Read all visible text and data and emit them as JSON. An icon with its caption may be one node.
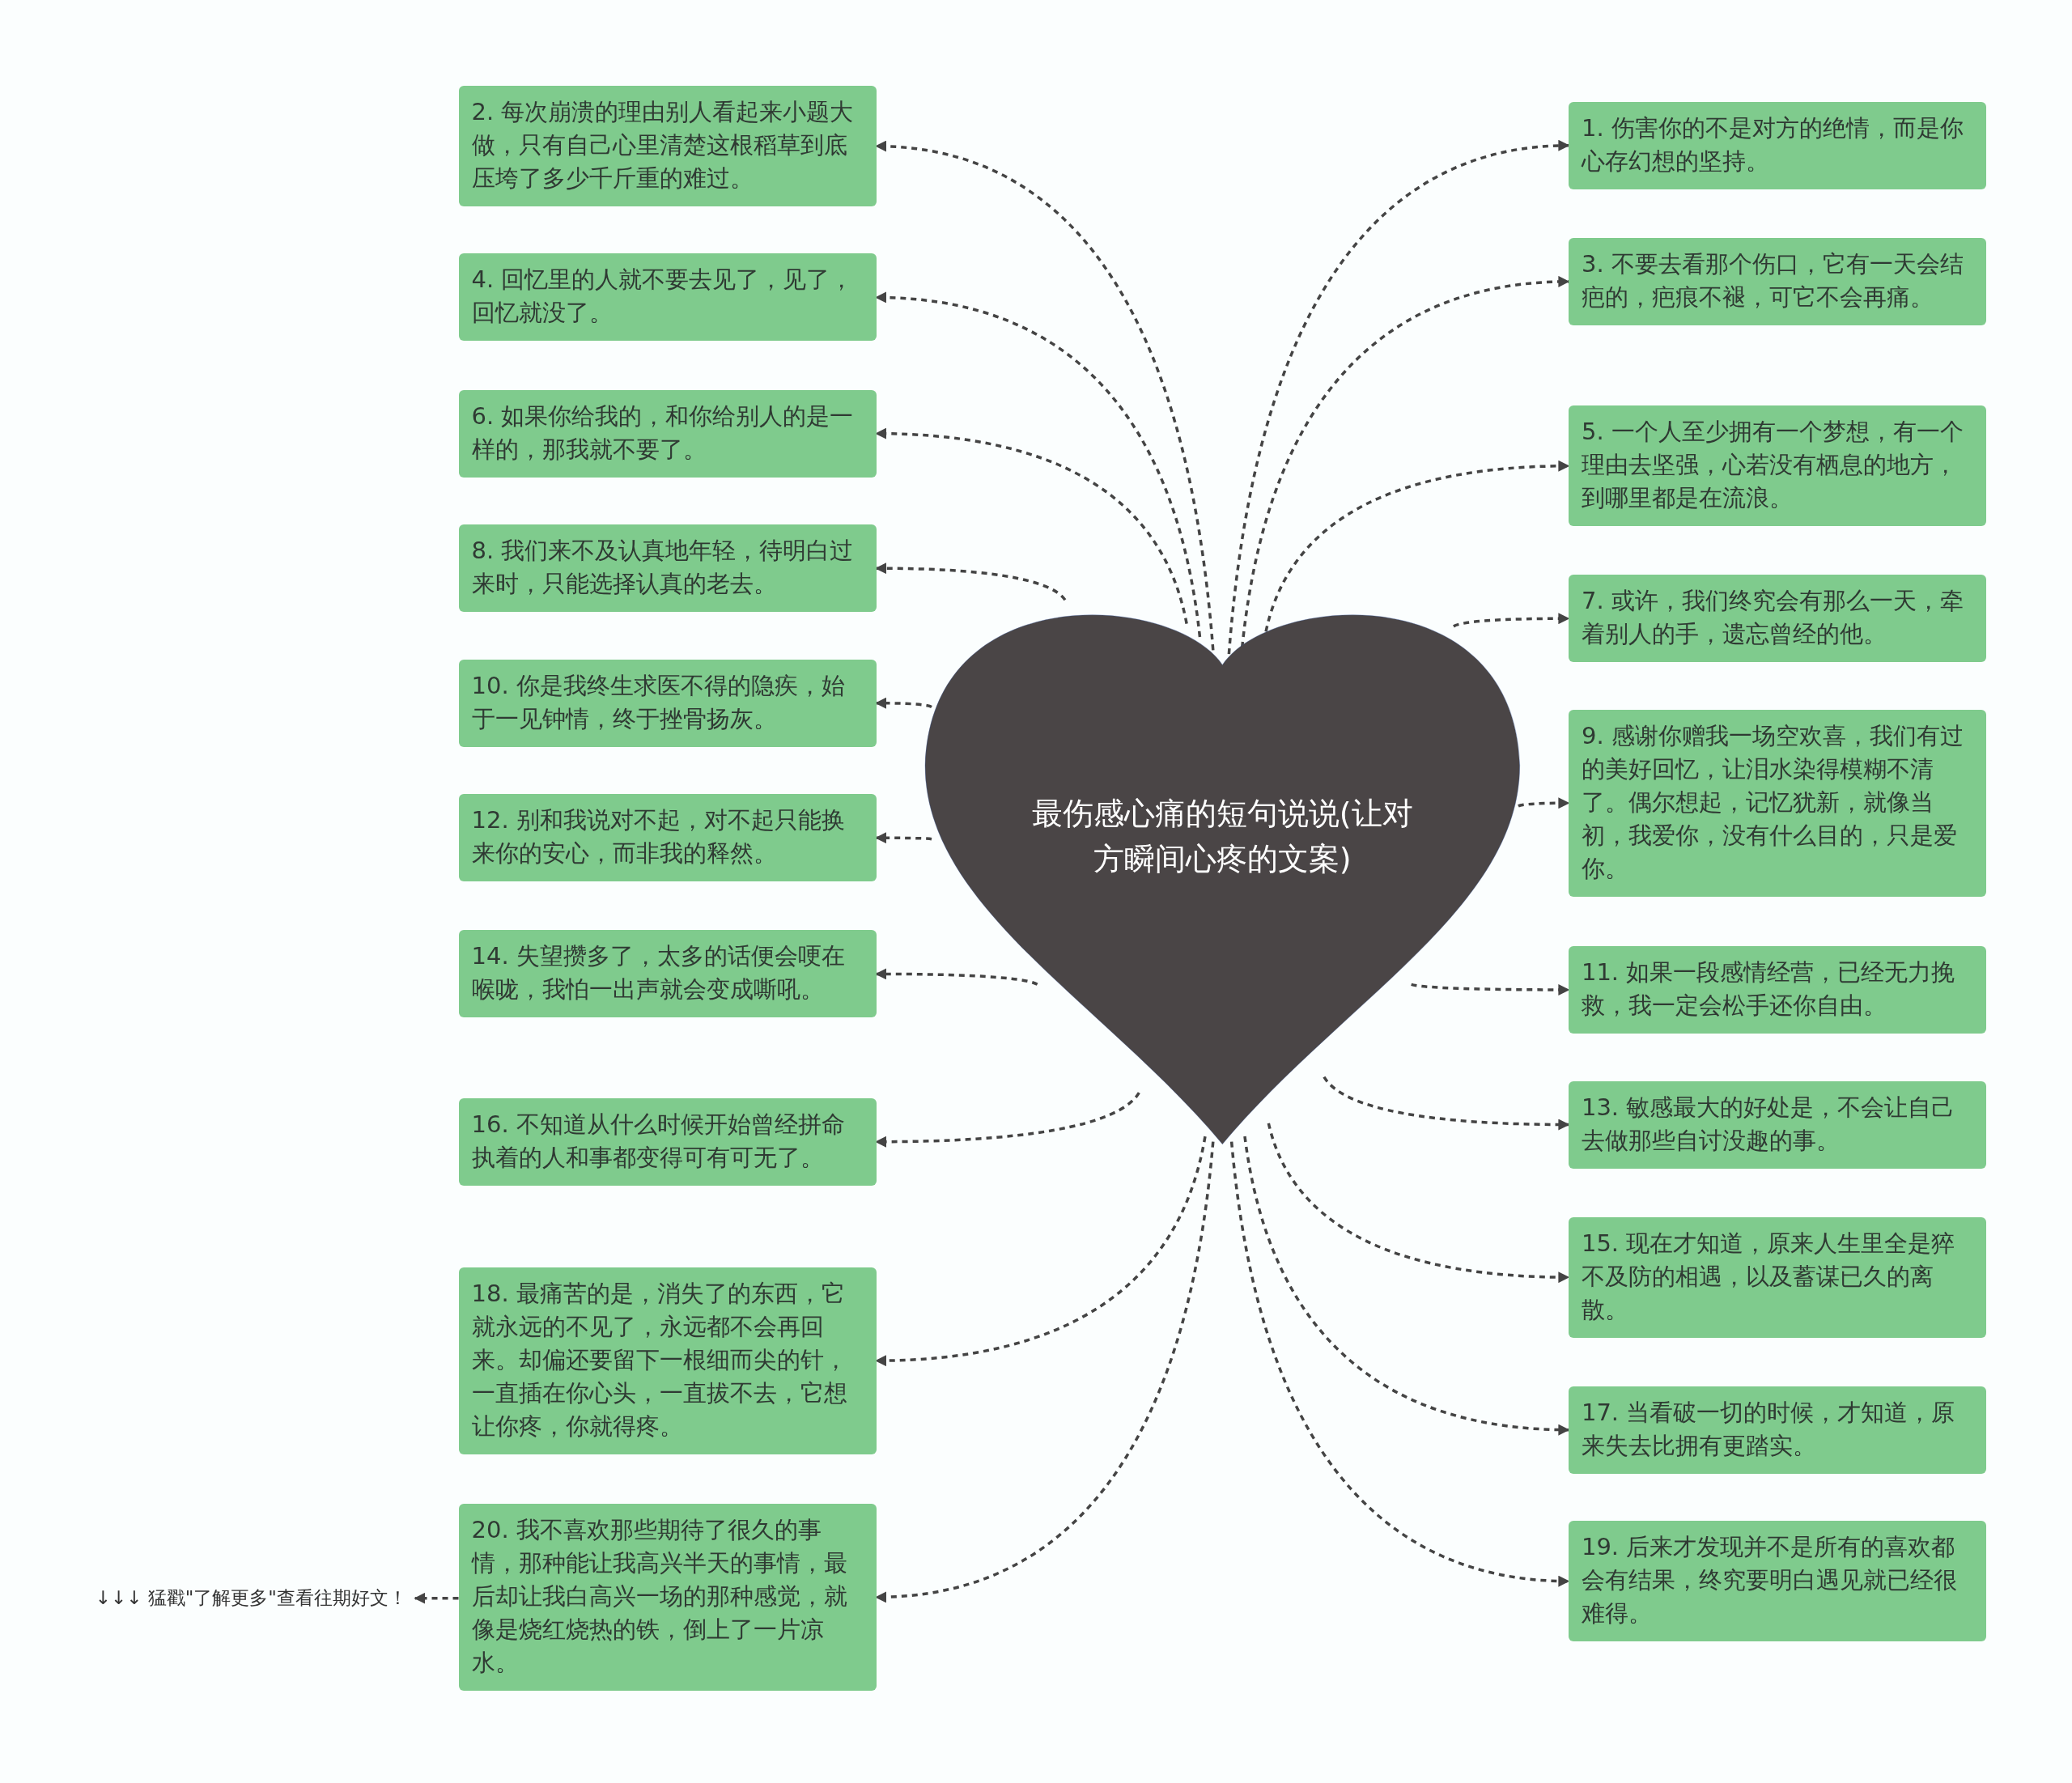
{
  "diagram": {
    "nodes": [
      {
        "text": [
          "最伤感心痛的短句说说(让对方瞬间心疼的文案)"
        ]
      },
      {
        "text": [
          "1. 伤害你的不是对方的绝情，而是你心存幻想的坚持。"
        ]
      },
      {
        "text": [
          "2. 每次崩溃的理由别人看起来小题大做，只有自己心里清楚这根稻草到底压垮了多少千斤重的难过。"
        ]
      },
      {
        "text": [
          "3. 不要去看那个伤口，它有一天会结疤的，疤痕不褪，可它不会再痛。"
        ]
      },
      {
        "text": [
          "4. 回忆里的人就不要去见了，见了，回忆就没了。"
        ]
      },
      {
        "text": [
          "5. 一个人至少拥有一个梦想，有一个理由去坚强，心若没有栖息的地方，到哪里都是在流浪。"
        ]
      },
      {
        "text": [
          "6. 如果你给我的，和你给别人的是一样的，那我就不要了。"
        ]
      },
      {
        "text": [
          "7. 或许，我们终究会有那么一天，牵着别人的手，遗忘曾经的他。"
        ]
      },
      {
        "text": [
          "8. 我们来不及认真地年轻，待明白过来时，只能选择认真的老去。"
        ]
      },
      {
        "text": [
          "9. 感谢你赠我一场空欢喜，我们有过的美好回忆，让泪水染得模糊不清了。偶尔想起，记忆犹新，就像当初，我爱你，没有什么目的，只是爱你。"
        ]
      },
      {
        "text": [
          "10. 你是我终生求医不得的隐疾，始于一见钟情，终于挫骨扬灰。"
        ]
      },
      {
        "text": [
          "11. 如果一段感情经营，已经无力挽救，我一定会松手还你自由。"
        ]
      },
      {
        "text": [
          "12. 别和我说对不起，对不起只能换来你的安心，而非我的释然。"
        ]
      },
      {
        "text": [
          "13. 敏感最大的好处是，不会让自己去做那些自讨没趣的事。"
        ]
      },
      {
        "text": [
          "14. 失望攒多了，太多的话便会哽在喉咙，我怕一出声就会变成嘶吼。"
        ]
      },
      {
        "text": [
          "15. 现在才知道，原来人生里全是猝不及防的相遇，以及蓄谋已久的离散。"
        ]
      },
      {
        "text": [
          "16. 不知道从什么时候开始曾经拼命执着的人和事都变得可有可无了。"
        ]
      },
      {
        "text": [
          "17. 当看破一切的时候，才知道，原来失去比拥有更踏实。"
        ]
      },
      {
        "text": [
          "18. 最痛苦的是，消失了的东西，它就永远的不见了，永远都不会再回来。却偏还要留下一根细而尖的针，一直插在你心头，一直拔不去，它想让你疼，你就得疼。"
        ]
      },
      {
        "text": [
          "19. 后来才发现并不是所有的喜欢都会有结果，终究要明白遇见就已经很难得。"
        ]
      },
      {
        "text": [
          "20. 我不喜欢那些期待了很久的事情，那种能让我高兴半天的事情，最后却让我白高兴一场的那种感觉，就像是烧红烧热的铁，倒上了一片凉水。"
        ]
      },
      {
        "text": [
          "↓↓↓ 猛戳\"了解更多\"查看往期好文！"
        ]
      }
    ],
    "edges": [
      {
        "from": 0,
        "to": 1,
        "arrow": "to"
      },
      {
        "from": 0,
        "to": 2,
        "arrow": "to"
      },
      {
        "from": 0,
        "to": 3,
        "arrow": "to"
      },
      {
        "from": 0,
        "to": 4,
        "arrow": "to"
      },
      {
        "from": 0,
        "to": 5,
        "arrow": "to"
      },
      {
        "from": 0,
        "to": 6,
        "arrow": "to"
      },
      {
        "from": 0,
        "to": 7,
        "arrow": "to"
      },
      {
        "from": 0,
        "to": 8,
        "arrow": "to"
      },
      {
        "from": 0,
        "to": 9,
        "arrow": "to"
      },
      {
        "from": 0,
        "to": 10,
        "arrow": "to"
      },
      {
        "from": 0,
        "to": 11,
        "arrow": "to"
      },
      {
        "from": 0,
        "to": 12,
        "arrow": "to"
      },
      {
        "from": 0,
        "to": 13,
        "arrow": "to"
      },
      {
        "from": 0,
        "to": 14,
        "arrow": "to"
      },
      {
        "from": 0,
        "to": 15,
        "arrow": "to"
      },
      {
        "from": 0,
        "to": 16,
        "arrow": "to"
      },
      {
        "from": 0,
        "to": 17,
        "arrow": "to"
      },
      {
        "from": 0,
        "to": 18,
        "arrow": "to"
      },
      {
        "from": 0,
        "to": 19,
        "arrow": "to"
      },
      {
        "from": 0,
        "to": 20,
        "arrow": "to"
      },
      {
        "from": 20,
        "to": 21,
        "arrow": "to"
      }
    ]
  }
}
